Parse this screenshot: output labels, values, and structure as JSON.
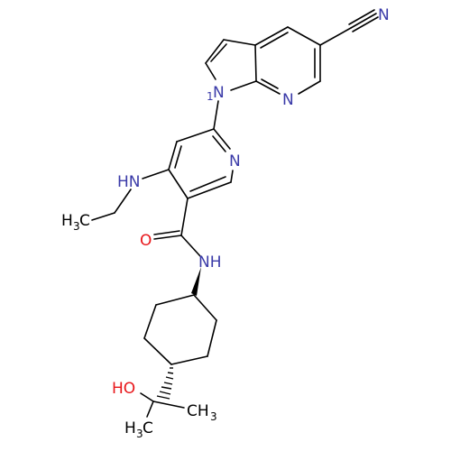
{
  "molecule": {
    "atoms": {
      "nitrile_n": "N",
      "pyrrolo_n1": "N",
      "pyrrolo_n7": "N",
      "pyridine_n": "N",
      "amine_nh": "HN",
      "amide_o": "O",
      "amide_nh": "NH",
      "hydroxyl": "HO",
      "ethyl_ch3": {
        "main": "H",
        "sub": "3",
        "tail": "C"
      },
      "methyl_right": {
        "main": "CH",
        "sub": "3"
      },
      "methyl_bottom": {
        "main": "H",
        "sub": "3",
        "tail": "C"
      }
    },
    "colors": {
      "nitrogen": "#3a3aa8",
      "oxygen": "#e8161a",
      "carbon": "#000000",
      "bond": "#000000"
    }
  }
}
